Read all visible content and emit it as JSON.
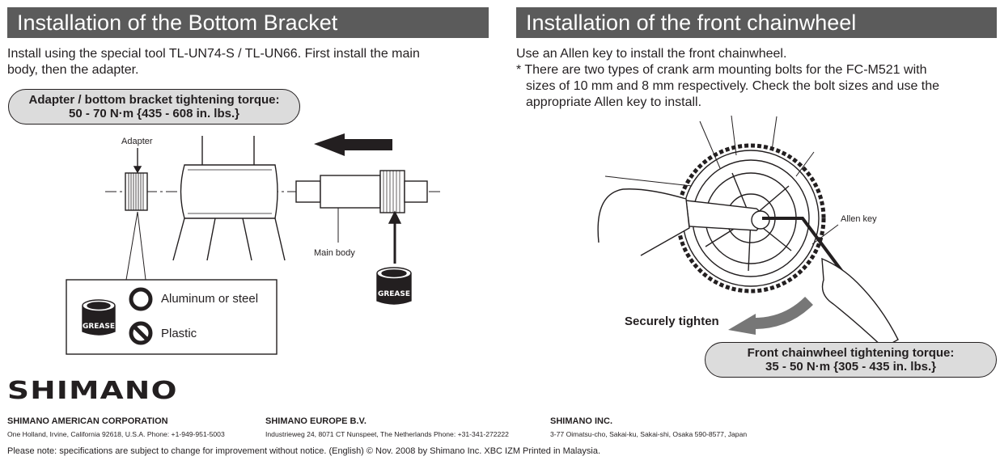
{
  "left": {
    "title": "Installation of the Bottom Bracket",
    "intro_line1": "Install using the special tool TL-UN74-S / TL-UN66.  First install the main",
    "intro_line2": "body, then the adapter.",
    "torque_line1": "Adapter / bottom bracket tightening torque:",
    "torque_line2": "50 - 70 N·m {435 - 608 in. lbs.}",
    "label_adapter": "Adapter",
    "label_main_body": "Main body",
    "grease_label": "GREASE",
    "legend_ok": "Aluminum or steel",
    "legend_no": "Plastic"
  },
  "right": {
    "title": "Installation of the front chainwheel",
    "intro": "Use an Allen key to install the front chainwheel.",
    "note_line1": "* There are two types of crank arm mounting bolts for the FC-M521 with",
    "note_line2": "sizes of 10 mm and 8 mm respectively. Check the bolt sizes and use the",
    "note_line3": "appropriate Allen key to install.",
    "label_allen_key": "Allen key",
    "label_tighten": "Securely tighten",
    "torque_line1": "Front chainwheel tightening torque:",
    "torque_line2": "35 - 50 N·m {305 - 435 in. lbs.}"
  },
  "footer": {
    "logo": "SHIMANO",
    "companies": [
      {
        "name": "SHIMANO AMERICAN CORPORATION",
        "address": "One Holland, Irvine, California 92618, U.S.A.  Phone: +1-949-951-5003"
      },
      {
        "name": "SHIMANO EUROPE B.V.",
        "address": "Industrieweg 24, 8071 CT Nunspeet, The Netherlands  Phone: +31-341-272222"
      },
      {
        "name": "SHIMANO INC.",
        "address": "3-77 Oimatsu-cho, Sakai-ku, Sakai-shi, Osaka 590-8577, Japan"
      }
    ],
    "notice": "Please note: specifications are subject to change for improvement without notice. (English)  © Nov. 2008 by Shimano Inc.  XBC IZM Printed in Malaysia."
  }
}
